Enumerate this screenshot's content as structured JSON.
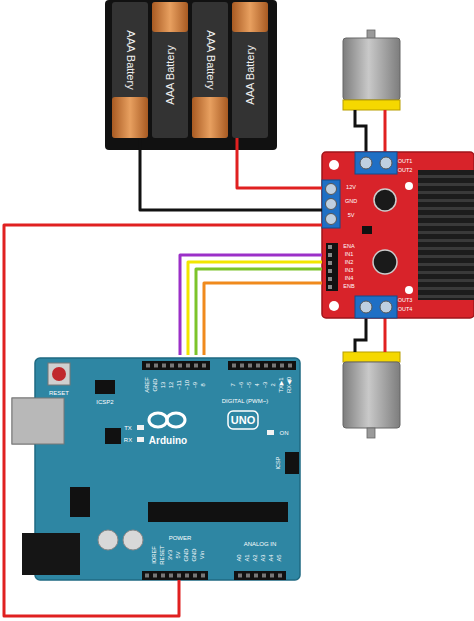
{
  "diagram": {
    "nodes": [
      {
        "text": [
          "AAA Battery"
        ]
      },
      {
        "text": [
          "AAA Battery"
        ]
      },
      {
        "text": [
          "AAA Battery"
        ]
      },
      {
        "text": [
          "AAA Battery"
        ]
      },
      {
        "text": [
          "OUT1",
          "OUT2",
          "12V",
          "GND",
          "5V",
          "ENA",
          "IN1",
          "IN2",
          "IN3",
          "IN4",
          "ENB",
          "OUT3",
          "OUT4"
        ]
      },
      {
        "text": [
          "RESET",
          "ICSP2",
          "AREF",
          "GND",
          "13",
          "12",
          "~11",
          "~10",
          "~9",
          "8",
          "7",
          "~6",
          "~5",
          "4",
          "~3",
          "2",
          "TX▶1",
          "RX◀0",
          "DIGITAL (PWM~)",
          "TX",
          "RX",
          "Arduino",
          "UNO",
          "ON",
          "ICSP",
          "IOREF",
          "RESET",
          "3V3",
          "5V",
          "GND",
          "GND",
          "Vin",
          "POWER",
          "A0",
          "A1",
          "A2",
          "A3",
          "A4",
          "A5",
          "ANALOG IN"
        ]
      }
    ],
    "edges": [
      {
        "from": 3,
        "to": 4,
        "arrow": "none"
      },
      {
        "from": 0,
        "to": 4,
        "arrow": "none"
      },
      {
        "from": 5,
        "to": 4,
        "arrow": "none"
      },
      {
        "from": 5,
        "to": 4,
        "arrow": "none"
      },
      {
        "from": 5,
        "to": 4,
        "arrow": "none"
      },
      {
        "from": 5,
        "to": 4,
        "arrow": "none"
      },
      {
        "from": 5,
        "to": 4,
        "arrow": "none"
      }
    ]
  }
}
